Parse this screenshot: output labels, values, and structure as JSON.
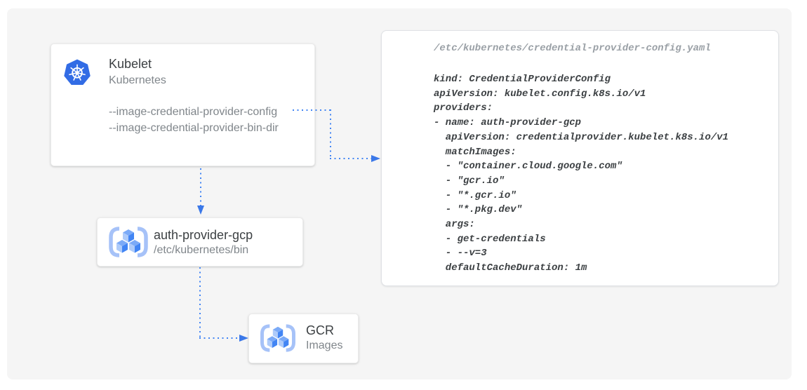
{
  "colors": {
    "accent_blue": "#4285f4",
    "arrowhead_blue": "#3b78e8",
    "kubernetes_blue": "#326ce5",
    "registry_icon_light": "#aecbfa",
    "registry_icon_medium": "#7baaf7",
    "registry_icon_dark": "#4285f4",
    "canvas_background": "#f5f5f5",
    "title_text": "#3c4043",
    "secondary_text": "#80868b",
    "filename_text": "#9aa0a6"
  },
  "nodes": {
    "kubelet": {
      "title": "Kubelet",
      "subtitle": "Kubernetes",
      "flags": [
        "--image-credential-provider-config",
        "--image-credential-provider-bin-dir"
      ]
    },
    "auth_provider": {
      "title": "auth-provider-gcp",
      "subtitle": "/etc/kubernetes/bin"
    },
    "gcr": {
      "title": "GCR",
      "subtitle": "Images"
    }
  },
  "icons": {
    "kubelet": "kubernetes-helm-icon",
    "auth_provider": "container-registry-cubes-icon",
    "gcr": "container-registry-cubes-icon"
  },
  "config_panel": {
    "filename": "/etc/kubernetes/credential-provider-config.yaml",
    "yaml": [
      "kind: CredentialProviderConfig",
      "apiVersion: kubelet.config.k8s.io/v1",
      "providers:",
      "- name: auth-provider-gcp",
      "  apiVersion: credentialprovider.kubelet.k8s.io/v1",
      "  matchImages:",
      "  - \"container.cloud.google.com\"",
      "  - \"gcr.io\"",
      "  - \"*.gcr.io\"",
      "  - \"*.pkg.dev\"",
      "  args:",
      "  - get-credentials",
      "  - --v=3",
      "  defaultCacheDuration: 1m"
    ]
  }
}
